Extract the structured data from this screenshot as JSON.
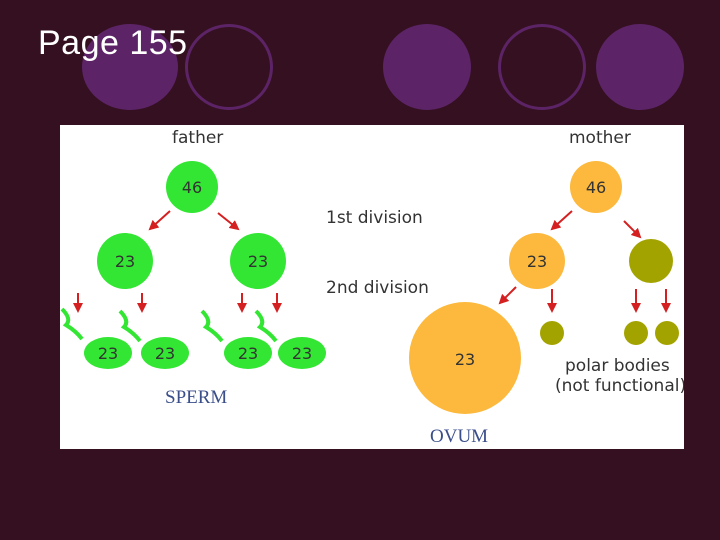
{
  "slide": {
    "title": "Page 155"
  },
  "diagram": {
    "father_label": "father",
    "mother_label": "mother",
    "first_division_label": "1st division",
    "second_division_label": "2nd division",
    "father_cell": "46",
    "father_daughter_cells": [
      "23",
      "23"
    ],
    "sperm_cells": [
      "23",
      "23",
      "23",
      "23"
    ],
    "sperm_label": "SPERM",
    "mother_cell": "46",
    "mother_secondary_cell": "23",
    "ovum_cell": "23",
    "ovum_label": "OVUM",
    "polar_bodies_label_line1": "polar bodies",
    "polar_bodies_label_line2": "(not functional)",
    "colors": {
      "sperm_green": "#33e633",
      "egg_orange": "#fcb93d",
      "polar_olive": "#a3a300",
      "arrow_red": "#d42020",
      "background": "#341020",
      "decor_purple": "#5c2466"
    }
  }
}
